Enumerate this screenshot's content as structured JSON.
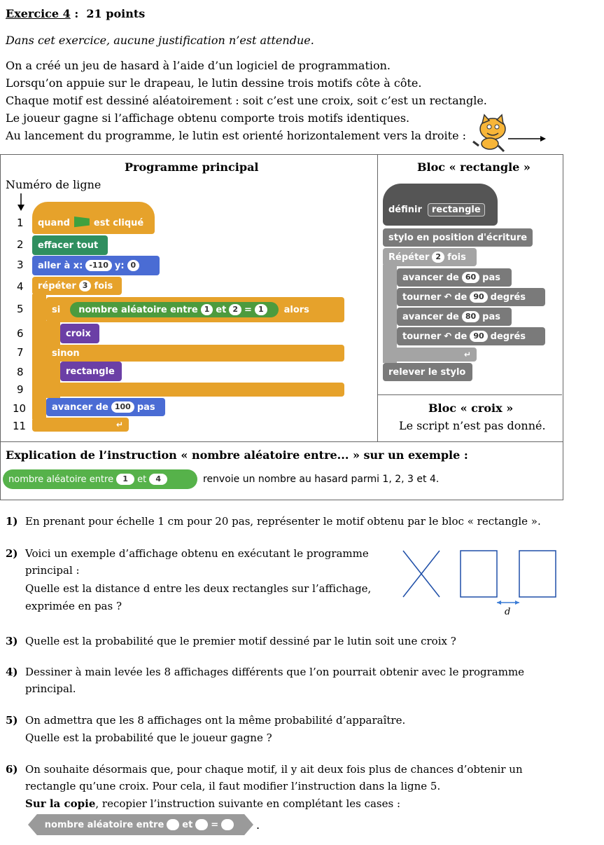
{
  "header": {
    "title": "Exercice 4",
    "points": "21 points",
    "intro_italic": "Dans cet exercice, aucune justification n’est attendue."
  },
  "intro": [
    "On a créé un jeu de hasard à l’aide d’un logiciel de programmation.",
    "Lorsqu’on appuie sur le drapeau, le lutin dessine trois motifs côte à côte.",
    "Chaque motif est dessiné aléatoirement : soit c’est une croix, soit c’est un rectangle.",
    "Le joueur gagne si l’affichage obtenu comporte trois motifs identiques.",
    "Au lancement du programme, le lutin est orienté horizontalement vers la droite :"
  ],
  "program": {
    "heading": "Programme principal",
    "line_label": "Numéro de ligne",
    "line_numbers": [
      "1",
      "2",
      "3",
      "4",
      "5",
      "6",
      "7",
      "8",
      "9",
      "10",
      "11"
    ],
    "blocks": {
      "quand": "quand",
      "est_clique": "est cliqué",
      "effacer": "effacer tout",
      "aller": "aller à x:",
      "x_val": "-110",
      "y_label": "y:",
      "y_val": "0",
      "repeter": "répéter",
      "rep_val": "3",
      "fois": "fois",
      "si": "si",
      "nombre": "nombre aléatoire entre",
      "n1": "1",
      "et": "et",
      "n2": "2",
      "eq": "=",
      "n3": "1",
      "alors": "alors",
      "croix": "croix",
      "sinon": "sinon",
      "rectangle": "rectangle",
      "avancer": "avancer de",
      "av_val": "100",
      "pas": "pas"
    }
  },
  "rect_block": {
    "heading": "Bloc « rectangle »",
    "definir": "définir",
    "name": "rectangle",
    "stylo": "stylo en position d'écriture",
    "repeter": "Répéter",
    "rep_val": "2",
    "fois": "fois",
    "avancer1": "avancer de",
    "av1": "60",
    "pas": "pas",
    "tourner": "tourner",
    "de": "de",
    "t1": "90",
    "degres": "degrés",
    "avancer2": "avancer de",
    "av2": "80",
    "t2": "90",
    "relever": "relever le stylo"
  },
  "croix_block": {
    "heading": "Bloc « croix »",
    "note": "Le script n’est pas donné."
  },
  "explanation": {
    "heading": "Explication de l’instruction « nombre aléatoire entre... » sur un exemple :",
    "block_text": "nombre aléatoire entre",
    "a": "1",
    "et": "et",
    "b": "4",
    "result": "renvoie un nombre au hasard parmi 1, 2, 3 et 4."
  },
  "questions": {
    "q1_num": "1)",
    "q1": "En prenant pour échelle 1 cm pour 20 pas, représenter le motif obtenu par le bloc « rectangle ».",
    "q2_num": "2)",
    "q2_lines": [
      "Voici un exemple d’affichage obtenu en exécutant le programme",
      "principal :",
      "Quelle est la distance d entre les deux rectangles sur l’affichage,",
      "exprimée en pas ?"
    ],
    "d_label": "d",
    "q3_num": "3)",
    "q3": "Quelle est la probabilité que le premier motif dessiné par le lutin soit une croix ?",
    "q4_num": "4)",
    "q4_lines": [
      "Dessiner à main levée les 8 affichages différents que l’on pourrait obtenir avec le programme",
      "principal."
    ],
    "q5_num": "5)",
    "q5_lines": [
      "On admettra que les 8 affichages ont la même probabilité d’apparaître.",
      "Quelle est la probabilité que le joueur gagne ?"
    ],
    "q6_num": "6)",
    "q6_lines": [
      "On souhaite désormais que, pour chaque motif, il y ait deux fois plus de chances d’obtenir un",
      "rectangle qu’une croix. Pour cela, il faut modifier l’instruction dans la ligne 5."
    ],
    "q6_bold": "Sur la copie",
    "q6_rest": ", recopier l’instruction suivante en complétant les cases :",
    "final_block_text": "nombre aléatoire entre",
    "final_et": "et",
    "final_eq": "="
  },
  "colors": {
    "orange": "#e6a22b",
    "green": "#2f8f5f",
    "blue": "#4a6cd4",
    "purple": "#6b3fa6",
    "gray": "#7a7a7a",
    "drawing_blue": "#1f4fa8"
  }
}
